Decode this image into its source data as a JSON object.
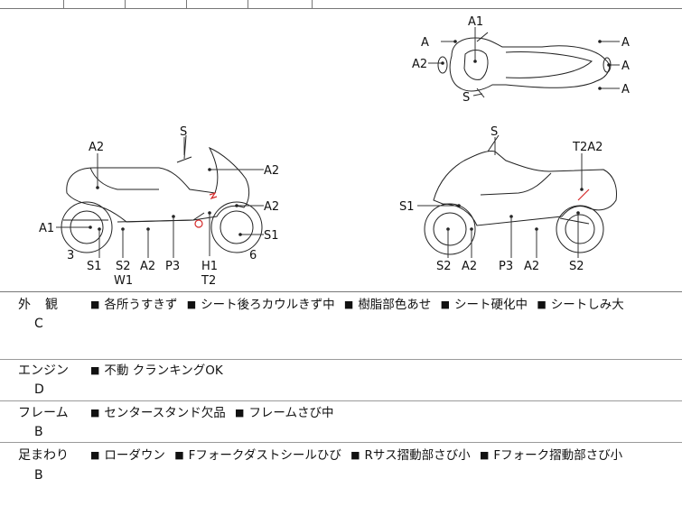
{
  "diagram": {
    "top_view_labels": [
      "A1",
      "A",
      "A2",
      "S",
      "A",
      "A",
      "A"
    ],
    "left_view_labels": [
      "S",
      "A2",
      "A2",
      "A2",
      "A1",
      "S1",
      "3",
      "S1",
      "S2",
      "W1",
      "A2",
      "P3",
      "H1",
      "T2",
      "6"
    ],
    "right_view_labels": [
      "S",
      "T2A2",
      "S1",
      "S2",
      "A2",
      "P3",
      "A2",
      "S2"
    ]
  },
  "sections": [
    {
      "label": "外　観",
      "grade": "C",
      "items": [
        "各所うすきず",
        "シート後ろカウルきず中",
        "樹脂部色あせ",
        "シート硬化中",
        "シートしみ大"
      ]
    },
    {
      "label": "エンジン",
      "grade": "D",
      "items": [
        "不動 クランキングOK"
      ]
    },
    {
      "label": "フレーム",
      "grade": "B",
      "items": [
        "センタースタンド欠品",
        "フレームさび中"
      ]
    },
    {
      "label": "足まわり",
      "grade": "B",
      "items": [
        "ローダウン",
        "Fフォークダストシールひび",
        "Rサス摺動部さび小",
        "Fフォーク摺動部さび小"
      ]
    }
  ],
  "bullet_glyph": "■"
}
